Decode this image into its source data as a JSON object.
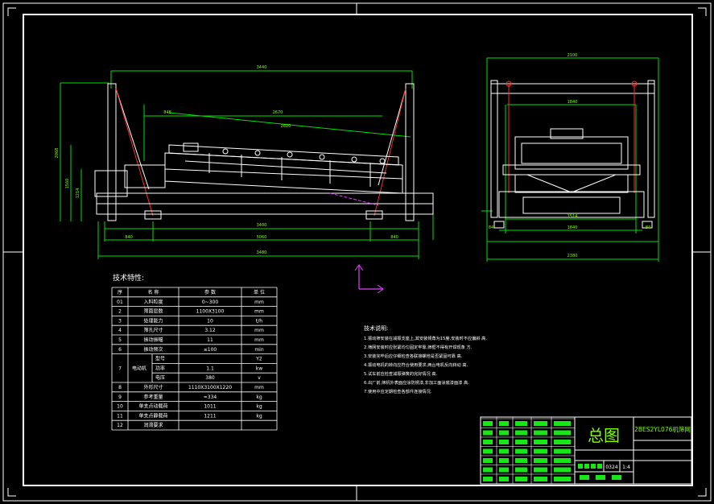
{
  "drawing": {
    "title_block": {
      "title": "总图",
      "model": "2BES2YL076机筛网",
      "scale": "1:4",
      "sheet": "0324"
    },
    "tech_spec": {
      "heading": "技术特性:",
      "columns": [
        "序",
        "名 称",
        "参 数",
        "单 位"
      ],
      "rows": [
        {
          "no": "01",
          "name": "入料粒度",
          "value": "0~300",
          "unit": "mm"
        },
        {
          "no": "2",
          "name": "筛面层数",
          "value": "1100X3100",
          "unit": "mm"
        },
        {
          "no": "3",
          "name": "处理能力",
          "value": "10",
          "unit": "t/h"
        },
        {
          "no": "4",
          "name": "筛孔尺寸",
          "value": "3.12",
          "unit": "mm"
        },
        {
          "no": "5",
          "name": "振动振幅",
          "value": "11",
          "unit": "mm"
        },
        {
          "no": "6",
          "name": "振动频次",
          "value": "≤100",
          "unit": "min"
        },
        {
          "no": "7",
          "name": "电动机",
          "sub": [
            {
              "name": "型号",
              "value": "",
              "unit": "Y2"
            },
            {
              "name": "功率",
              "value": "1.1",
              "unit": "kw"
            },
            {
              "name": "电压",
              "value": "380",
              "unit": "v"
            }
          ]
        },
        {
          "no": "8",
          "name": "外形尺寸",
          "value": "1110X3100X1220",
          "unit": "mm"
        },
        {
          "no": "9",
          "name": "参考重量",
          "value": "≈334",
          "unit": "kg"
        },
        {
          "no": "10",
          "name": "单支点动载荷",
          "value": "1011",
          "unit": "kg"
        },
        {
          "no": "11",
          "name": "单支点静载荷",
          "value": "1211",
          "unit": "kg"
        },
        {
          "no": "12",
          "name": "润滑要求",
          "value": "",
          "unit": ""
        }
      ]
    },
    "tech_notes": {
      "heading": "技术说明:",
      "lines": [
        "1.振动筛安装在减振支座上,其安装倾角为15度,安装时不应偏斜 高.",
        "2.筛网安装时应张紧均匀固定牢靠,筛框不得有开焊现象 方.",
        "3.安装完毕后应仔细检查各联接螺栓是否紧固可靠 高.",
        "4.振动电机的转向应符合使用要求,两台电机反向转动 高.",
        "5.试车前应检查减振弹簧的完好情况 高.",
        "6.出厂前,筛机外表面应涂防锈漆,非加工面涂底漆面漆 高.",
        "7.使用中应定期检查各部件连接情况."
      ]
    },
    "dimensions": {
      "front_top": "3440",
      "front_mid": "2670",
      "front_slope": "2820",
      "front_left": "848",
      "front_height": "2068",
      "front_h2": "1560",
      "front_h3": "1214",
      "front_bottom": "3400",
      "front_base": "5060",
      "front_b_left": "840",
      "front_b_right": "840",
      "front_overall": "3480",
      "side_top": "2100",
      "side_mid": "1840",
      "side_b1": "1514",
      "side_b2": "1840",
      "side_overall": "2380",
      "side_small_l": "84",
      "side_small_r": "84"
    }
  }
}
